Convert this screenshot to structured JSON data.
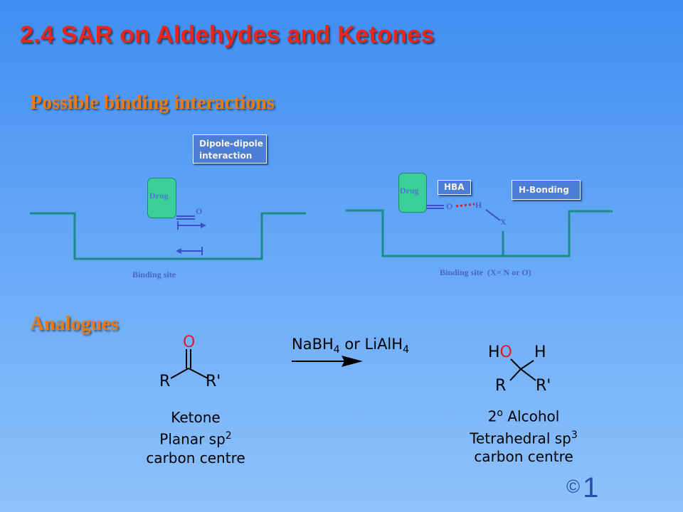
{
  "slide": {
    "title": "2.4  SAR on Aldehydes and Ketones",
    "binding_heading": "Possible binding interactions",
    "analogues_heading": "Analogues",
    "page_symbol": "©",
    "page_number": "1"
  },
  "left_diagram": {
    "box_line1": "Dipole-dipole",
    "box_line2": "interaction",
    "drug": "Drug",
    "oxygen": "O",
    "site": "Binding site"
  },
  "right_diagram": {
    "drug": "Drug",
    "hba": "HBA",
    "hbond": "H-Bonding",
    "oxygen": "O",
    "hydrogen": "H",
    "x": "X",
    "site": "Binding site",
    "site_note": "(X= N or O)"
  },
  "reaction": {
    "ketone_o": "O",
    "r": "R",
    "r_prime": "R'",
    "ketone_label": "Ketone",
    "planar_line": "Planar sp",
    "planar_sup": "2",
    "carbon_centre": "carbon centre",
    "reagent_prefix": "NaBH",
    "reagent_sub1": "4",
    "reagent_mid": " or LiAlH",
    "reagent_sub2": "4",
    "alc_h1": "H",
    "alc_o": "O",
    "alc_h2": "H",
    "alc_r": "R",
    "alc_rprime": "R'",
    "alcohol_prefix": "2",
    "alcohol_deg": "o",
    "alcohol_suffix": " Alcohol",
    "tetra_line": "Tetrahedral sp",
    "tetra_sup": "3",
    "carbon_centre_2": "carbon centre"
  },
  "colors": {
    "title": "#e8261c",
    "heading": "#ec7a12",
    "site_line": "#1a8a8a",
    "bond": "#3b4fc8",
    "hbond_dots": "#e0182a",
    "drug_fill": "#3bcf98",
    "box_fill": "#4b7fd6"
  }
}
